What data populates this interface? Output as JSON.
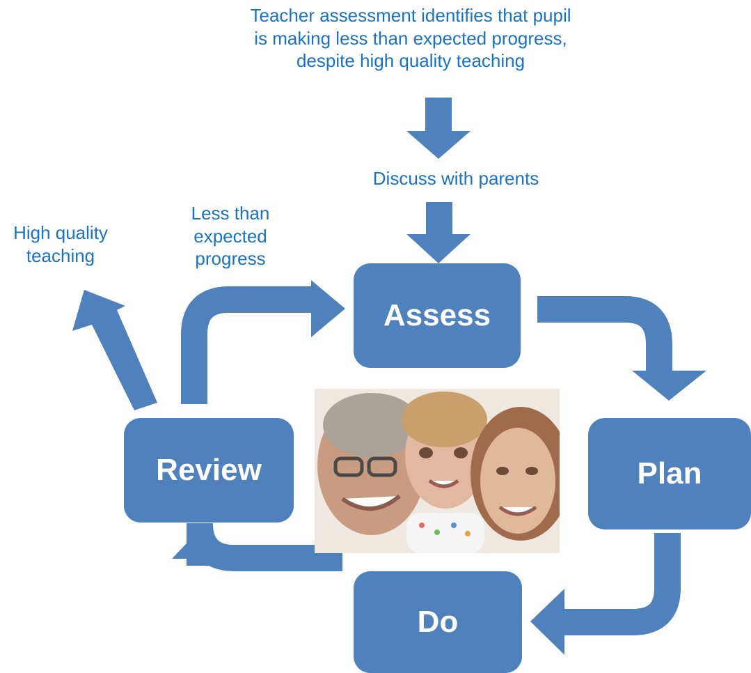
{
  "captions": {
    "intro": "Teacher assessment identifies that pupil\nis making less than expected progress,\ndespite high quality teaching",
    "parents": "Discuss with parents",
    "less_than_expected": "Less than\nexpected\nprogress",
    "high_quality_teaching": "High quality\nteaching"
  },
  "stages": {
    "assess": "Assess",
    "plan": "Plan",
    "do": "Do",
    "review": "Review"
  },
  "photo": {
    "subject": "family-photo"
  },
  "colors": {
    "shape_fill": "#4f81bd",
    "caption_text": "#1a73c2",
    "stage_text": "#ffffff"
  }
}
